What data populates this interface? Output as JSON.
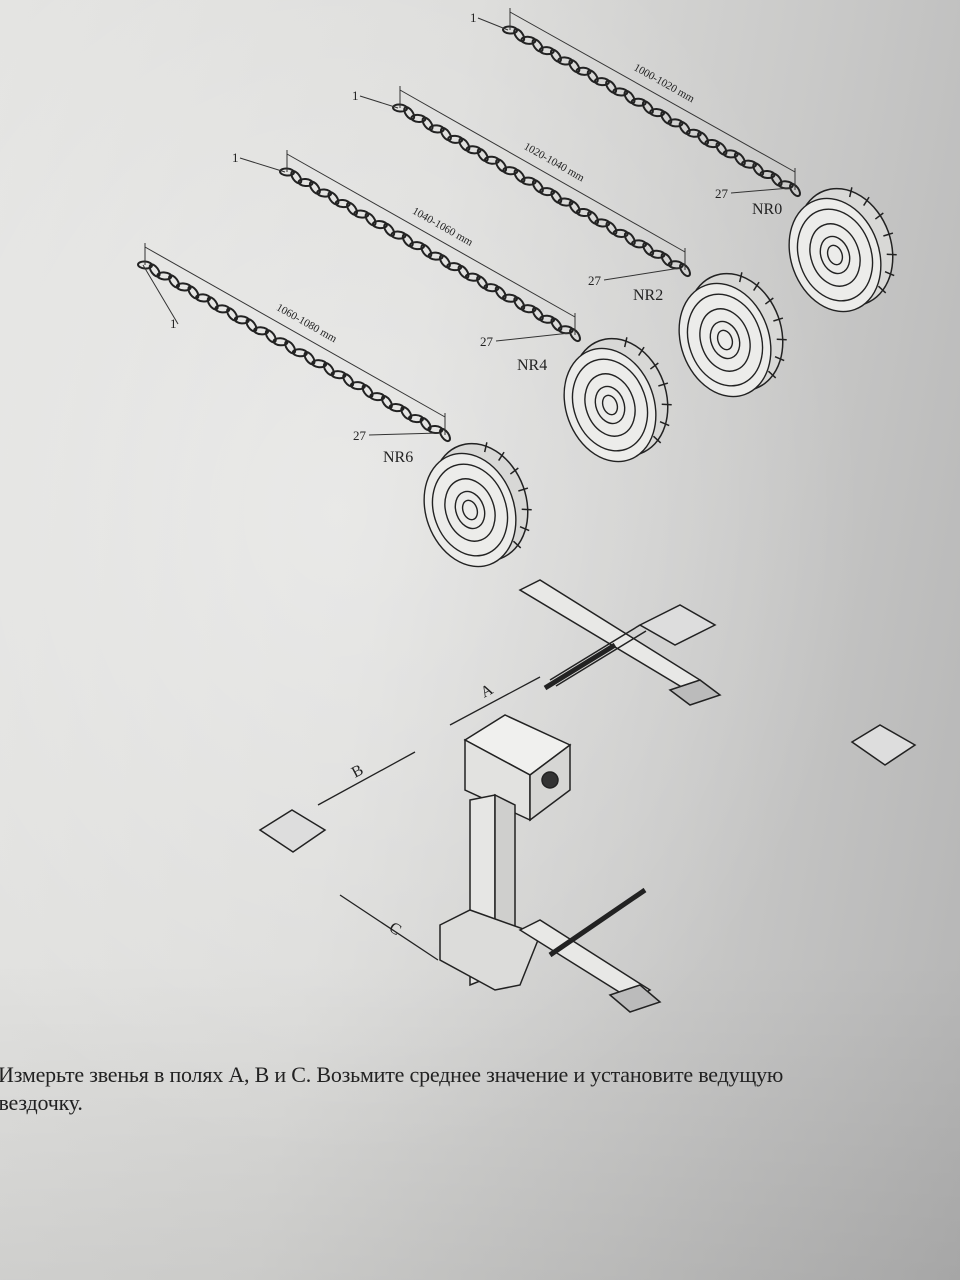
{
  "figure": {
    "chains": [
      {
        "id": "NR0",
        "length": "1000-1020 mm",
        "start_label": "1",
        "end_label": "27"
      },
      {
        "id": "NR2",
        "length": "1020-1040 mm",
        "start_label": "1",
        "end_label": "27"
      },
      {
        "id": "NR4",
        "length": "1040-1060 mm",
        "start_label": "1",
        "end_label": "27"
      },
      {
        "id": "NR6",
        "length": "1060-1080 mm",
        "start_label": "1",
        "end_label": "27"
      }
    ],
    "fields": {
      "a": "A",
      "b": "B",
      "c": "C"
    }
  },
  "caption": {
    "line1": "Измерьте звенья в полях A, B и C. Возьмите среднее значение и установите ведущую",
    "line2": "звездочку."
  }
}
